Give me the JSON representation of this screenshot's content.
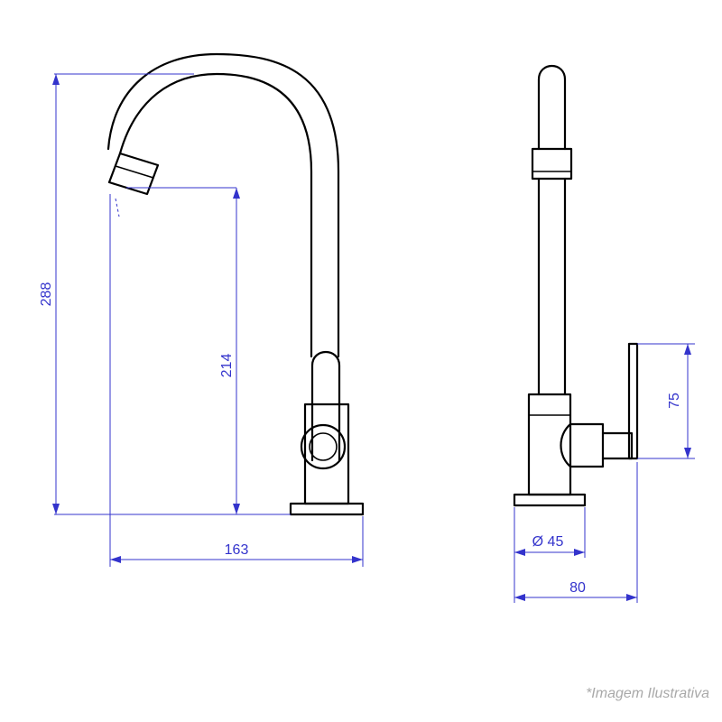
{
  "colors": {
    "drawing_stroke": "#000000",
    "dimension_color": "#3333cc",
    "caption_color": "#a9a9a9"
  },
  "dimensions": {
    "total_height": "288",
    "spout_height": "214",
    "spout_reach": "163",
    "handle_height": "75",
    "base_diameter": "Ø 45",
    "depth": "80"
  },
  "caption": "*Imagem Ilustrativa"
}
